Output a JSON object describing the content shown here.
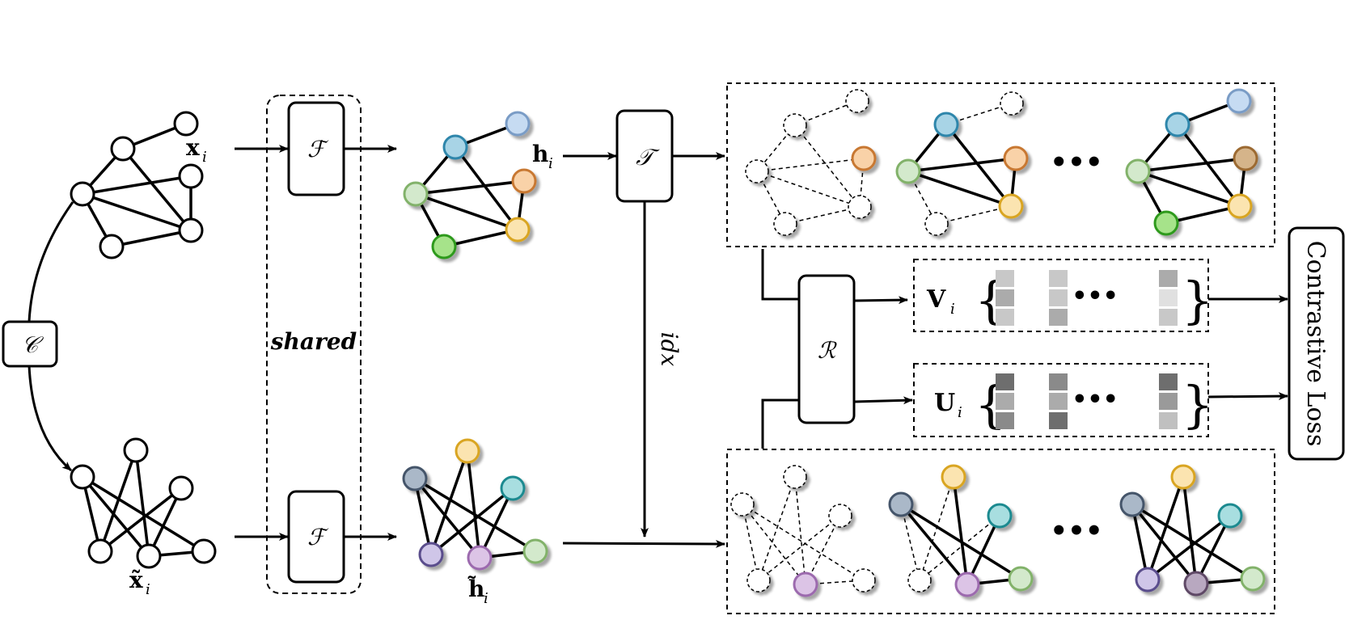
{
  "labels": {
    "x": "x",
    "x_sub": "i",
    "x_tilde": "x̃",
    "x_tilde_sub": "i",
    "h": "h",
    "h_sub": "i",
    "h_tilde": "h̃",
    "h_tilde_sub": "i",
    "C": "𝒞",
    "F_top": "ℱ",
    "F_bottom": "ℱ",
    "T": "𝒯",
    "R": "ℛ",
    "shared": "shared",
    "idx": "idx",
    "V": "V",
    "V_sub": "i",
    "U": "U",
    "U_sub": "i",
    "ellipsis": "•••",
    "contrastive_loss": "Contrastive Loss"
  },
  "colors": {
    "blue": "#A8D4E6",
    "blue_stroke": "#2E86AB",
    "light_blue": "#C6DBF2",
    "light_blue_stroke": "#7A9CC6",
    "orange": "#F9D2A8",
    "orange_stroke": "#C87832",
    "yellow": "#FBE4B0",
    "yellow_stroke": "#D9A520",
    "green_light": "#D3E9CC",
    "green_light_stroke": "#82B26A",
    "green": "#A6E38A",
    "green_stroke": "#2E9A1F",
    "tan": "#D5B48A",
    "tan_stroke": "#9C6B30",
    "slate": "#AAB8C8",
    "slate_stroke": "#44546A",
    "teal": "#A8DEE0",
    "teal_stroke": "#1E8A90",
    "lavender": "#CFC6E8",
    "lavender_stroke": "#5A4E8C",
    "purple": "#DCC4E6",
    "purple_stroke": "#9C6AAE",
    "mauve": "#B8A8C0",
    "mauve_stroke": "#5E4866"
  },
  "vectors": {
    "V": [
      [
        "#C8C8C8",
        "#ABABAB",
        "#C8C8C8"
      ],
      [
        "#C8C8C8",
        "#C8C8C8",
        "#ABABAB"
      ],
      [
        "#ABABAB",
        "#E0E0E0",
        "#C8C8C8"
      ]
    ],
    "U": [
      [
        "#6E6E6E",
        "#ABABAB",
        "#8A8A8A"
      ],
      [
        "#8A8A8A",
        "#ABABAB",
        "#6E6E6E"
      ],
      [
        "#6E6E6E",
        "#9A9A9A",
        "#C0C0C0"
      ]
    ]
  }
}
